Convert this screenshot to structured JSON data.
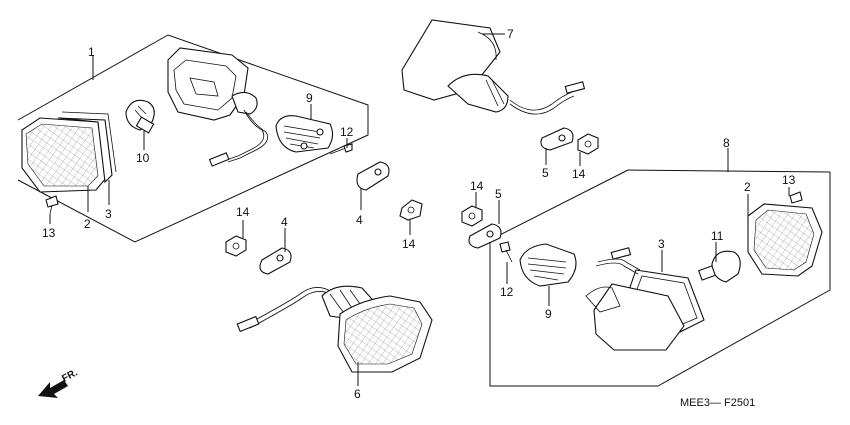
{
  "diagram_code": "MEE3— F2501",
  "direction_label": "FR.",
  "callouts": {
    "c1": "1",
    "c2a": "2",
    "c3a": "3",
    "c4a": "4",
    "c4b": "4",
    "c5a": "5",
    "c5b": "5",
    "c6": "6",
    "c7": "7",
    "c8": "8",
    "c9a": "9",
    "c9b": "9",
    "c10": "10",
    "c11": "11",
    "c12a": "12",
    "c12b": "12",
    "c13a": "13",
    "c13b": "13",
    "c14a": "14",
    "c14b": "14",
    "c14c": "14",
    "c14d": "14",
    "c2b": "2",
    "c3b": "3"
  }
}
